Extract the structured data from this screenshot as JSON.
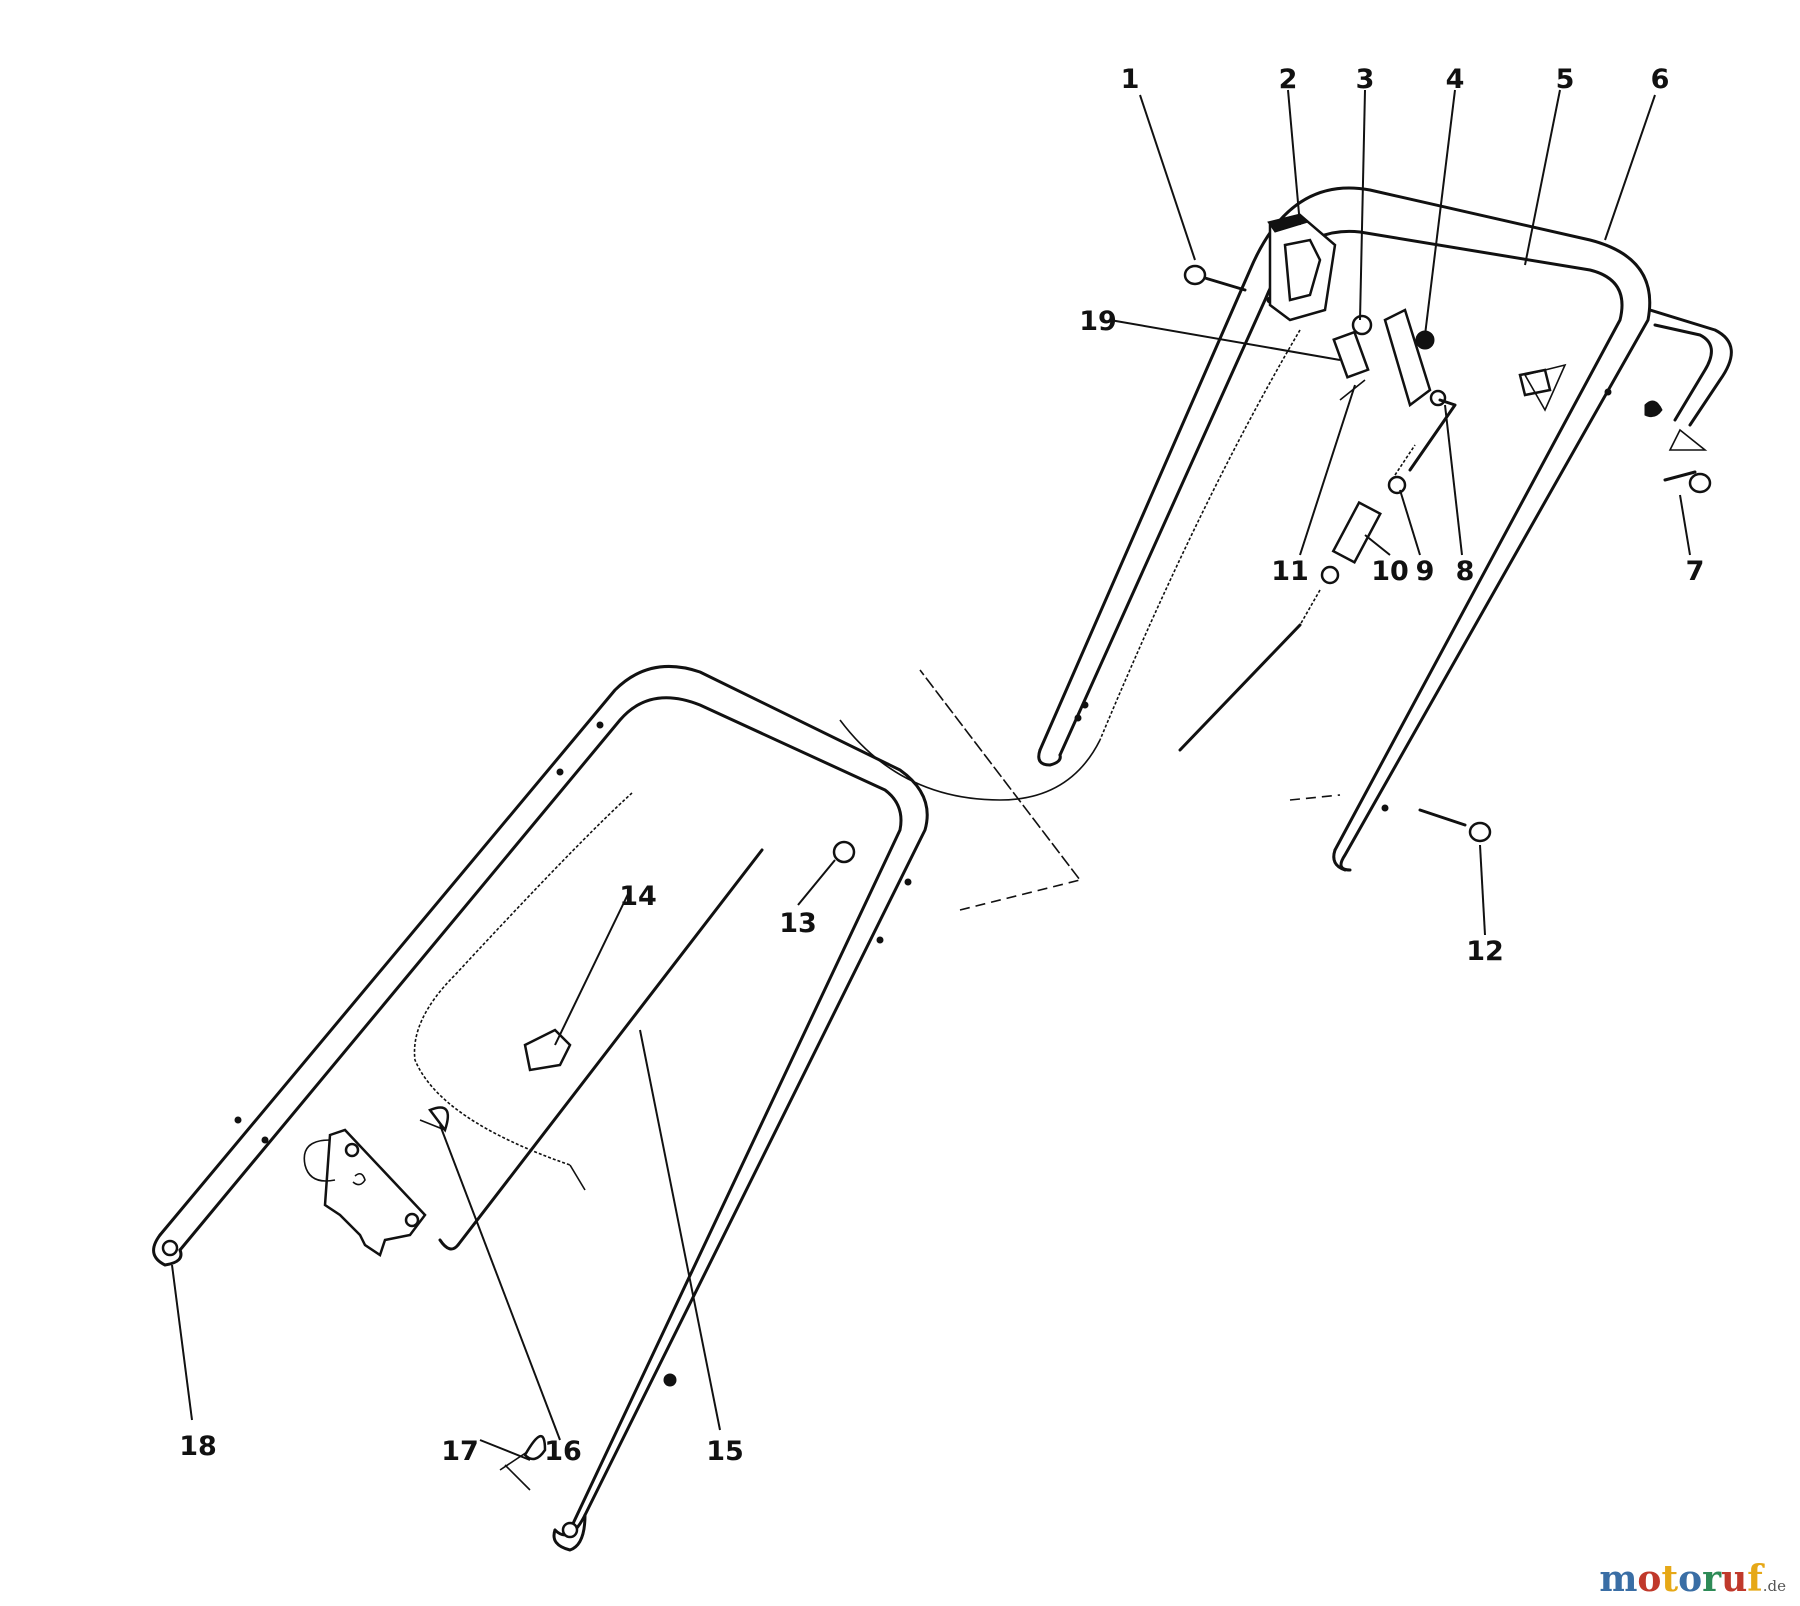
{
  "diagram": {
    "callouts": [
      {
        "id": "c1",
        "text": "1"
      },
      {
        "id": "c2",
        "text": "2"
      },
      {
        "id": "c3",
        "text": "3"
      },
      {
        "id": "c4",
        "text": "4"
      },
      {
        "id": "c5",
        "text": "5"
      },
      {
        "id": "c6",
        "text": "6"
      },
      {
        "id": "c7",
        "text": "7"
      },
      {
        "id": "c8",
        "text": "8"
      },
      {
        "id": "c9",
        "text": "9"
      },
      {
        "id": "c10",
        "text": "10"
      },
      {
        "id": "c11",
        "text": "11"
      },
      {
        "id": "c12",
        "text": "12"
      },
      {
        "id": "c13",
        "text": "13"
      },
      {
        "id": "c14",
        "text": "14"
      },
      {
        "id": "c15",
        "text": "15"
      },
      {
        "id": "c16",
        "text": "16"
      },
      {
        "id": "c17",
        "text": "17"
      },
      {
        "id": "c18",
        "text": "18"
      },
      {
        "id": "c19",
        "text": "19"
      }
    ]
  },
  "watermark": {
    "letters": [
      "m",
      "o",
      "t",
      "o",
      "r",
      "u",
      "f"
    ],
    "colors": [
      "#3a6ea5",
      "#c0392b",
      "#e6a817",
      "#3a6ea5",
      "#2e8b57",
      "#c0392b",
      "#e6a817"
    ],
    "suffix": ".de"
  }
}
